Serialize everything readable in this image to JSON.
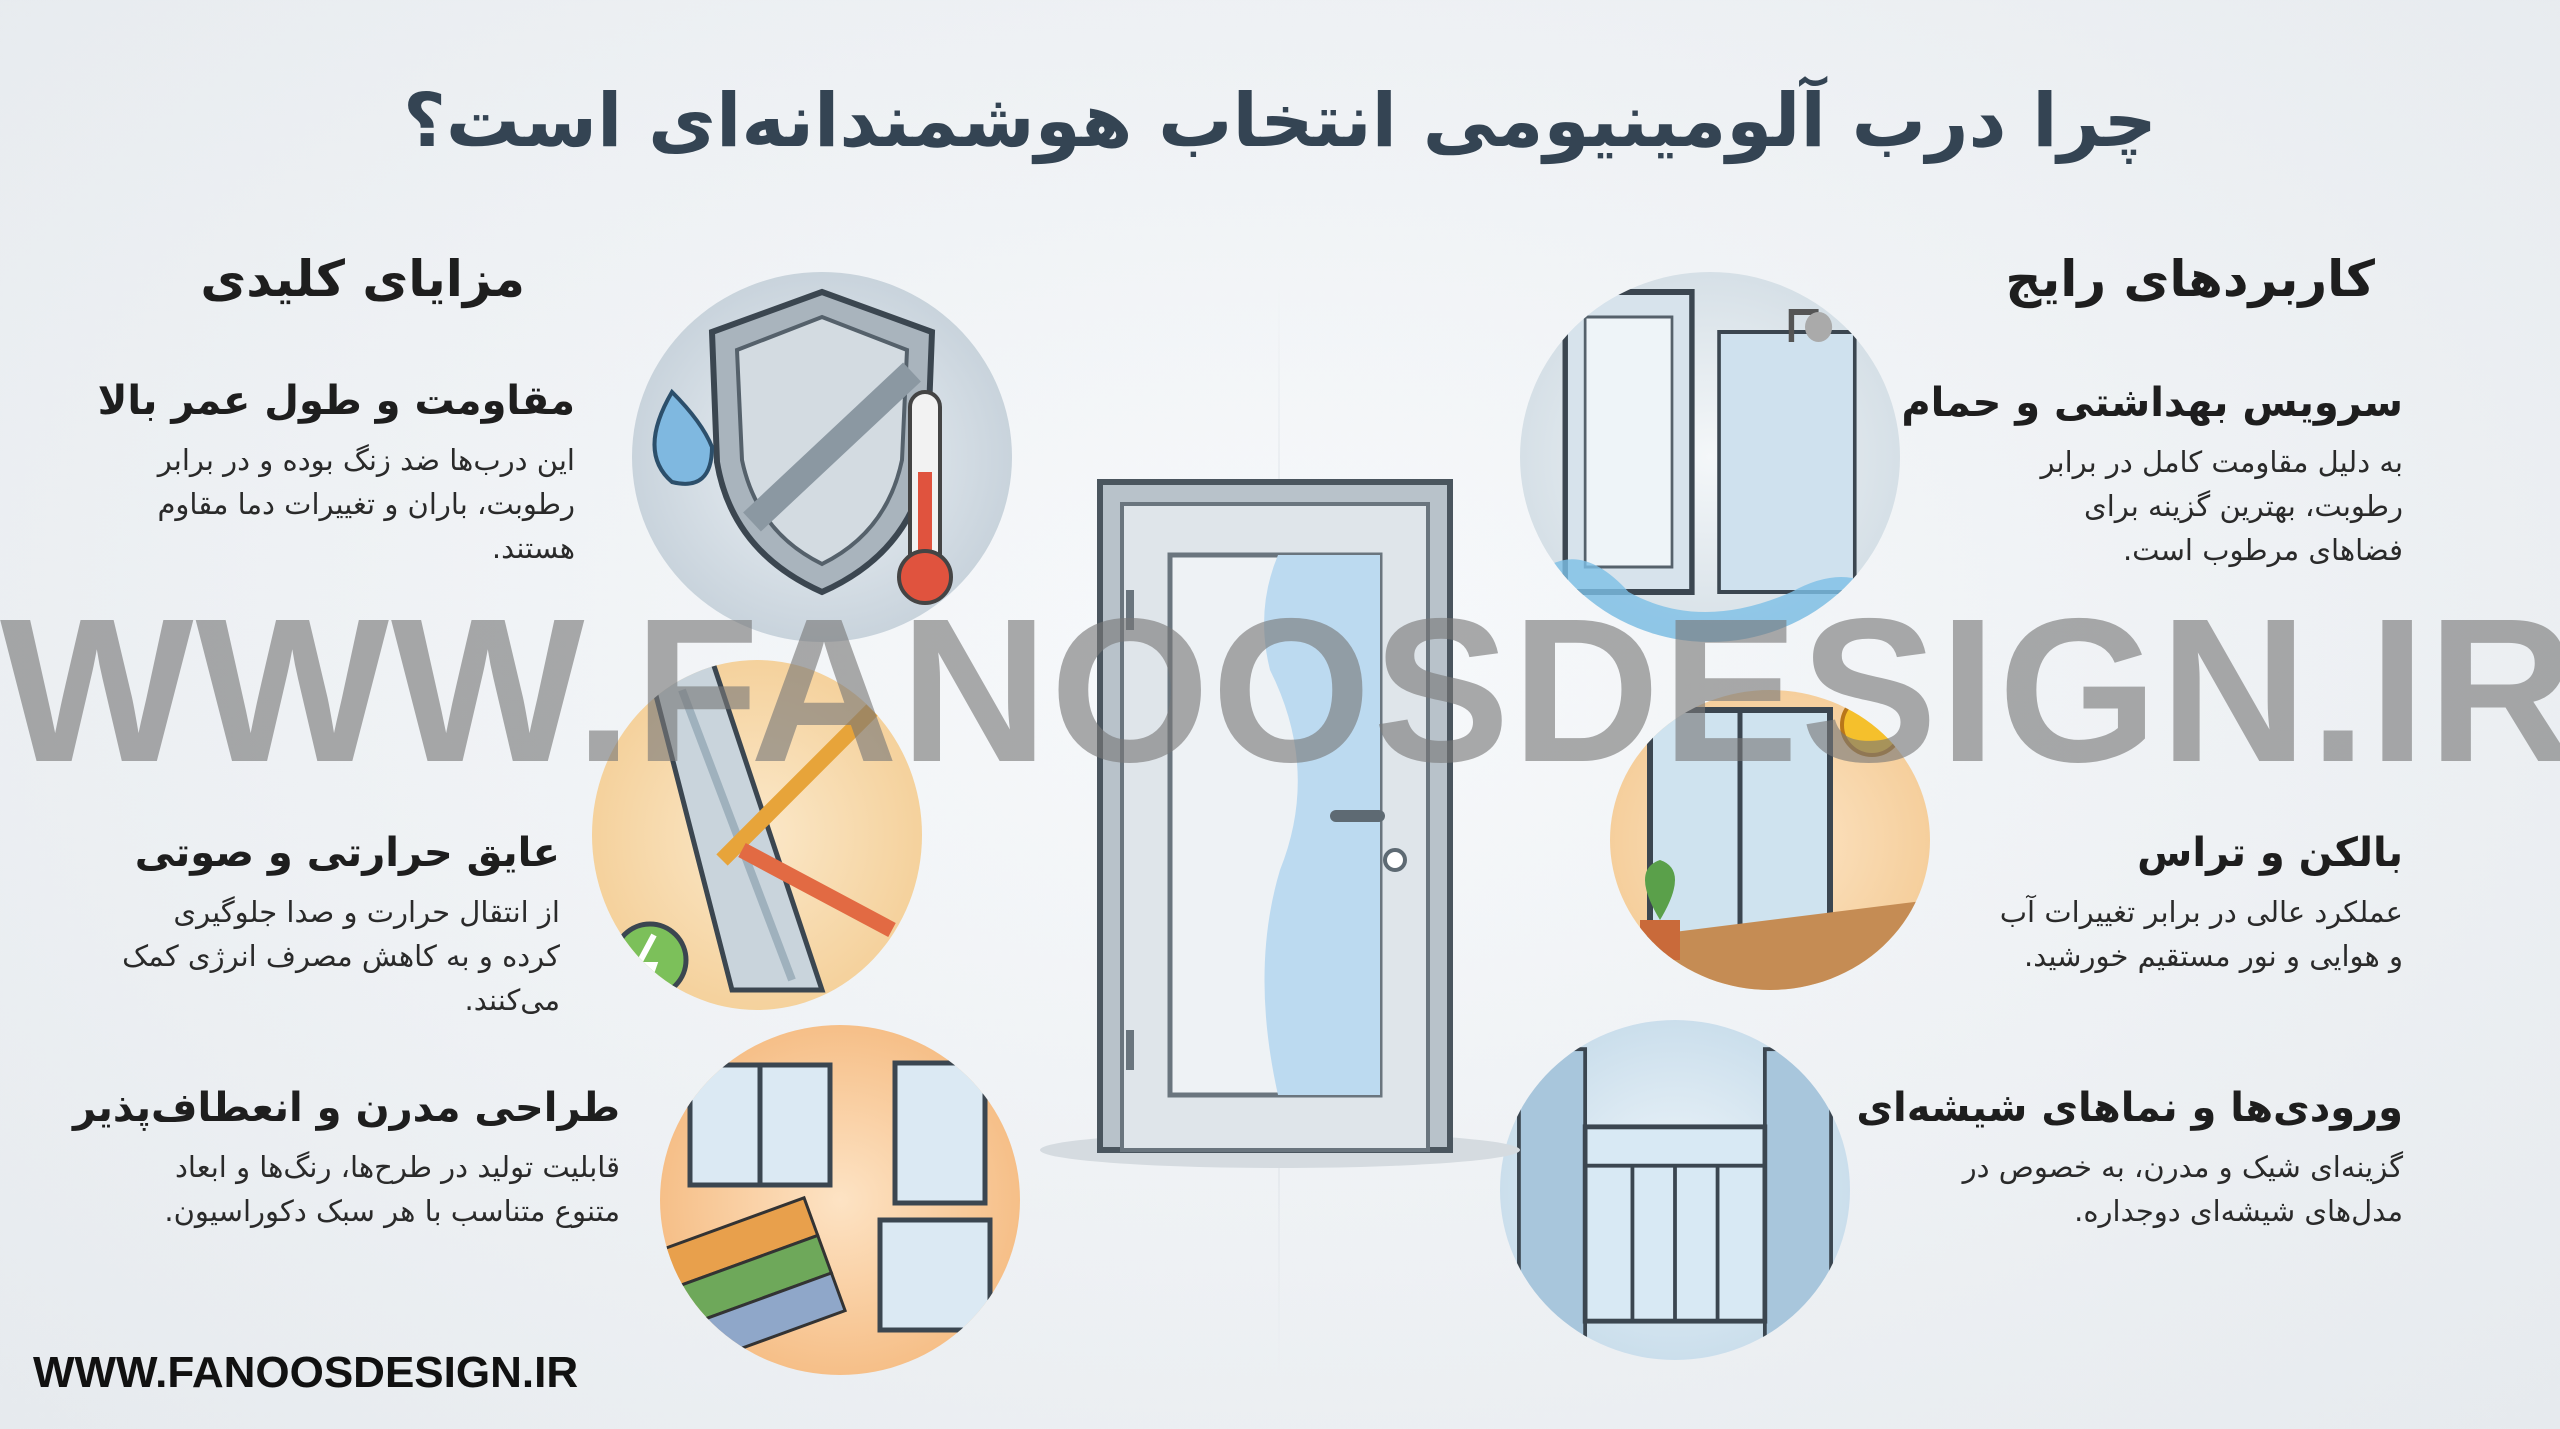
{
  "title": "چرا درب آلومینیومی انتخاب هوشمندانه‌ای است؟",
  "left_column": {
    "heading": "مزایای کلیدی",
    "items": [
      {
        "title": "مقاومت و طول عمر بالا",
        "body": "این درب‌ها ضد زنگ بوده و در برابر رطوبت، باران و تغییرات دما مقاوم هستند.",
        "icon": "shield-water-thermometer-icon"
      },
      {
        "title": "عایق حرارتی و صوتی",
        "body": "از انتقال حرارت و صدا جلوگیری کرده و به کاهش مصرف انرژی کمک می‌کنند.",
        "icon": "insulated-profile-icon"
      },
      {
        "title": "طراحی مدرن و انعطاف‌پذیر",
        "body": "قابلیت تولید در طرح‌ها، رنگ‌ها و ابعاد متنوع متناسب با هر سبک دکوراسیون.",
        "icon": "color-swatch-windows-icon"
      }
    ]
  },
  "right_column": {
    "heading": "کاربردهای رایج",
    "items": [
      {
        "title": "سرویس بهداشتی و حمام",
        "body": "به دلیل مقاومت کامل در برابر رطوبت، بهترین گزینه برای فضاهای مرطوب است.",
        "icon": "bathroom-door-icon"
      },
      {
        "title": "بالکن و تراس",
        "body": "عملکرد عالی در برابر تغییرات آب و هوایی و نور مستقیم خورشید.",
        "icon": "balcony-sun-icon"
      },
      {
        "title": "ورودی‌ها و نماهای شیشه‌ای",
        "body": "گزینه‌ای شیک و مدرن، به خصوص در مدل‌های شیشه‌ای دوجداره.",
        "icon": "glass-facade-icon"
      }
    ]
  },
  "watermark": "WWW.FANOOSDESIGN.IR",
  "footer": "WWW.FANOOSDESIGN.IR",
  "colors": {
    "title": "#344453",
    "background": "#eef1f4",
    "accent_orange": "#f2a65a",
    "accent_blue": "#8fc3e6"
  }
}
